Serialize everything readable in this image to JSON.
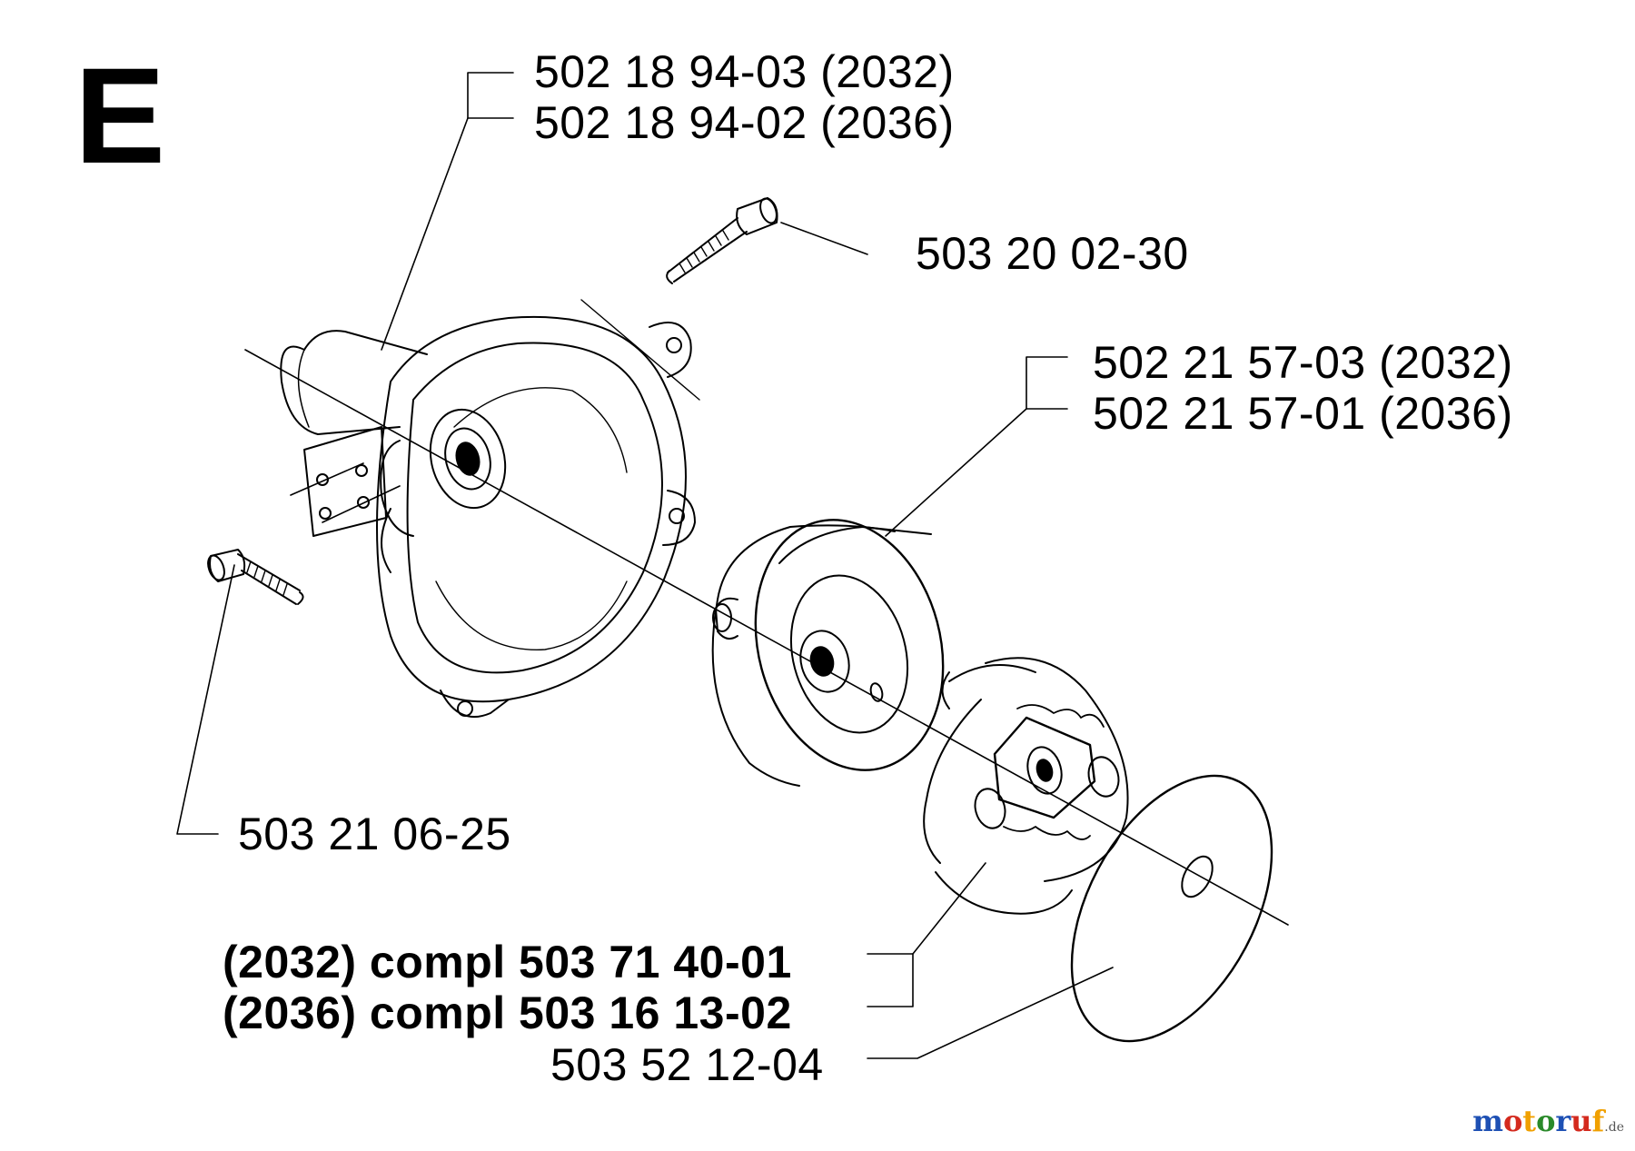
{
  "diagram": {
    "section_letter": "E",
    "labels": {
      "housing_2032": "502 18 94-03 (2032)",
      "housing_2036": "502 18 94-02 (2036)",
      "screw_top": "503 20 02-30",
      "drum_2032": "502 21 57-03 (2032)",
      "drum_2036": "502 21 57-01 (2036)",
      "screw_bottom": "503 21 06-25",
      "clutch_2032": "(2032) compl 503 71 40-01",
      "clutch_2036": "(2036) compl 503 16 13-02",
      "washer": "503 52 12-04"
    },
    "watermark": {
      "letters": [
        "m",
        "o",
        "t",
        "o",
        "r",
        "u",
        "f"
      ],
      "letter_colors": [
        "#1e50b4",
        "#d42a1e",
        "#f0a000",
        "#2a8a2a",
        "#1e50b4",
        "#d42a1e",
        "#f0a000"
      ],
      "tld": ".de"
    },
    "colors": {
      "line": "#000000",
      "background": "#ffffff"
    }
  }
}
